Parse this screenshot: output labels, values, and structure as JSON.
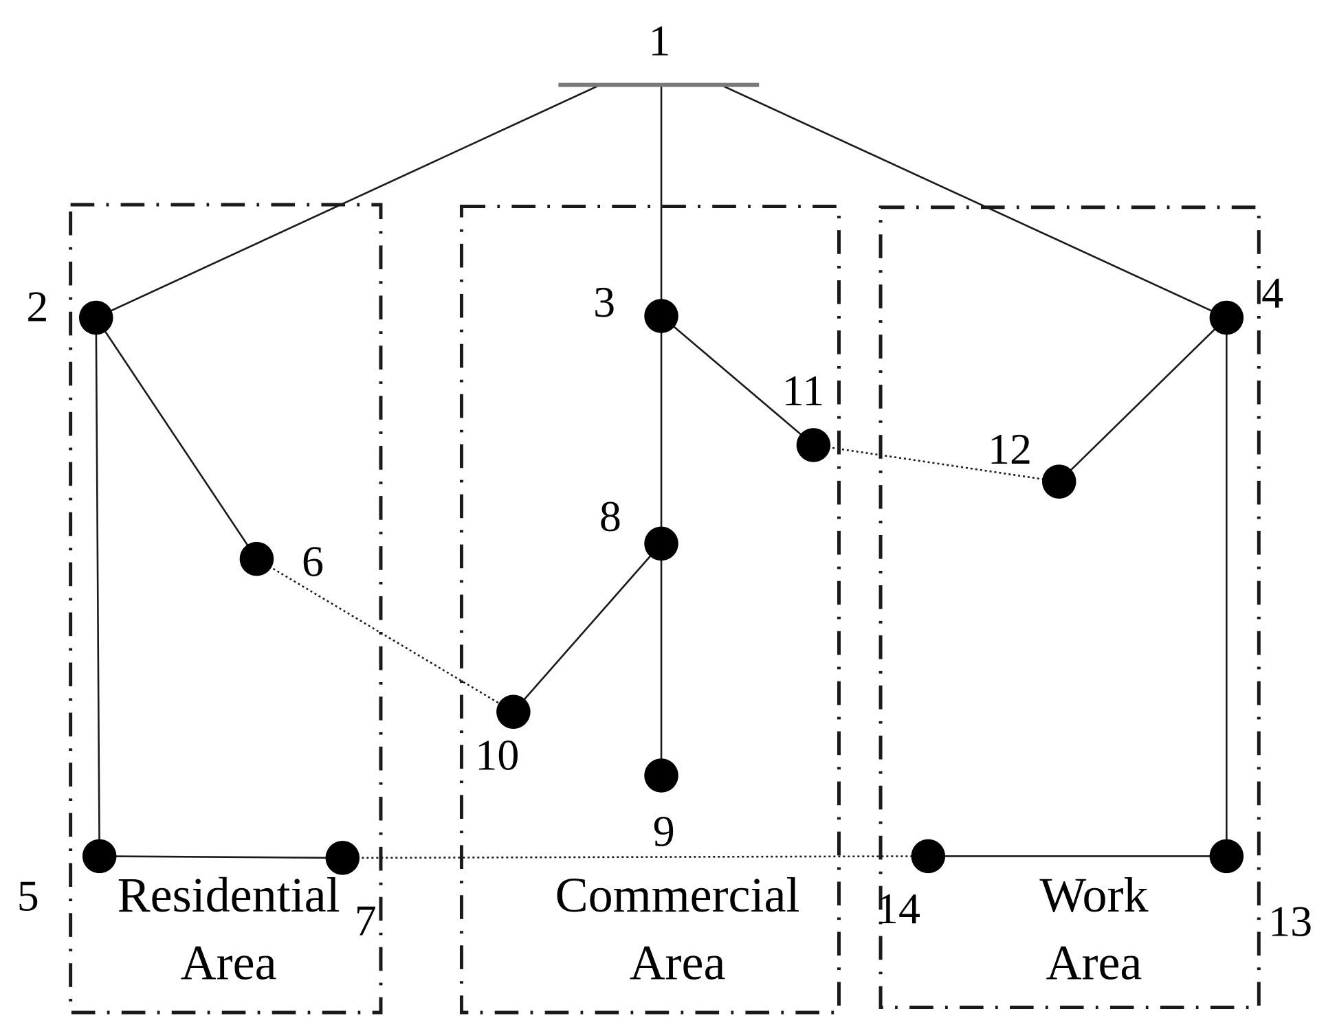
{
  "colors": {
    "line": "#1a1a1a",
    "node": "#000000",
    "source_bar": "#7a7a7a",
    "background": "#ffffff"
  },
  "nodes": [
    {
      "id": "1",
      "label": "1",
      "kind": "source"
    },
    {
      "id": "2",
      "label": "2"
    },
    {
      "id": "3",
      "label": "3"
    },
    {
      "id": "4",
      "label": "4"
    },
    {
      "id": "5",
      "label": "5"
    },
    {
      "id": "6",
      "label": "6"
    },
    {
      "id": "7",
      "label": "7"
    },
    {
      "id": "8",
      "label": "8"
    },
    {
      "id": "9",
      "label": "9"
    },
    {
      "id": "10",
      "label": "10"
    },
    {
      "id": "11",
      "label": "11"
    },
    {
      "id": "12",
      "label": "12"
    },
    {
      "id": "13",
      "label": "13"
    },
    {
      "id": "14",
      "label": "14"
    }
  ],
  "edges": [
    {
      "from": "1",
      "to": "2",
      "style": "solid"
    },
    {
      "from": "1",
      "to": "3",
      "style": "solid"
    },
    {
      "from": "1",
      "to": "4",
      "style": "solid"
    },
    {
      "from": "2",
      "to": "5",
      "style": "solid"
    },
    {
      "from": "2",
      "to": "6",
      "style": "solid"
    },
    {
      "from": "5",
      "to": "7",
      "style": "solid"
    },
    {
      "from": "3",
      "to": "8",
      "style": "solid"
    },
    {
      "from": "3",
      "to": "11",
      "style": "solid"
    },
    {
      "from": "8",
      "to": "9",
      "style": "solid"
    },
    {
      "from": "8",
      "to": "10",
      "style": "solid"
    },
    {
      "from": "4",
      "to": "12",
      "style": "solid"
    },
    {
      "from": "4",
      "to": "13",
      "style": "solid"
    },
    {
      "from": "13",
      "to": "14",
      "style": "solid"
    },
    {
      "from": "6",
      "to": "10",
      "style": "dotted"
    },
    {
      "from": "11",
      "to": "12",
      "style": "dotted"
    },
    {
      "from": "7",
      "to": "14",
      "style": "dotted"
    }
  ],
  "areas": [
    {
      "id": "residential",
      "line1": "Residential",
      "line2": "Area"
    },
    {
      "id": "commercial",
      "line1": "Commercial",
      "line2": "Area"
    },
    {
      "id": "work",
      "line1": "Work",
      "line2": "Area"
    }
  ]
}
